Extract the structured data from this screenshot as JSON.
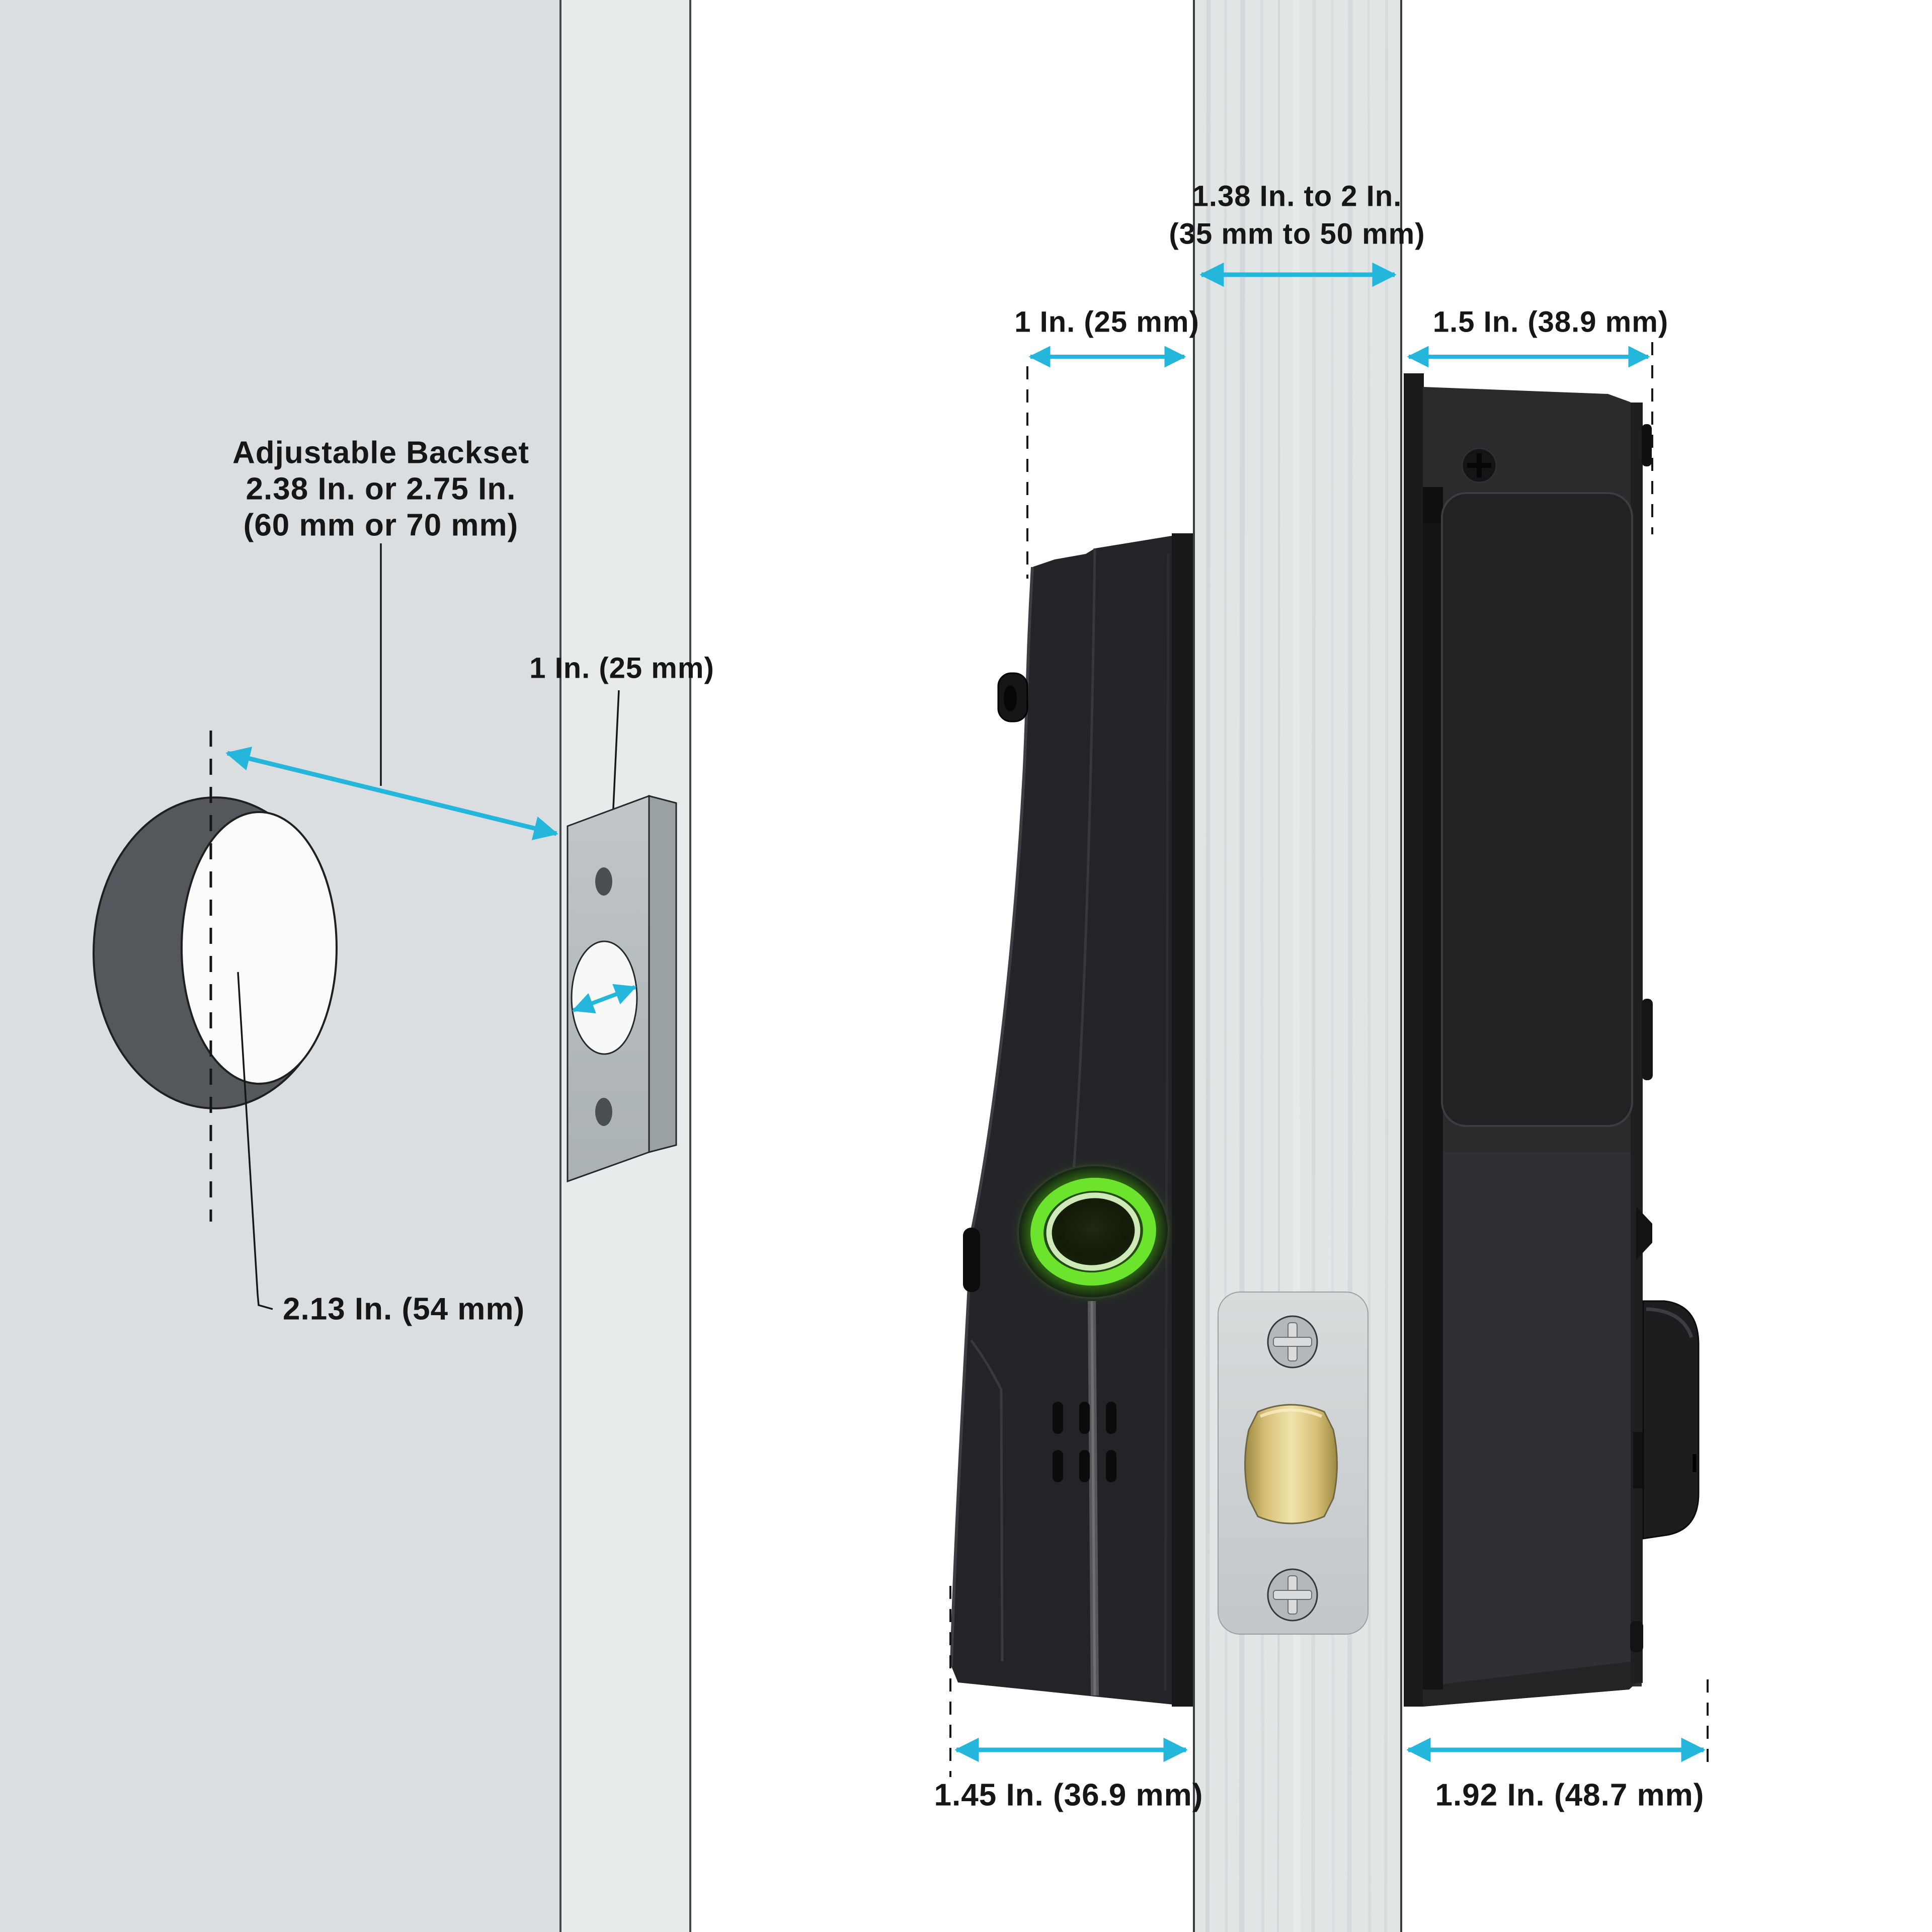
{
  "diagram": {
    "title": "Smart lock installation dimensions diagram",
    "labels": {
      "backset_line1": "Adjustable Backset",
      "backset_line2": "2.38 In. or 2.75 In.",
      "backset_line3": "(60 mm or 70 mm)",
      "cross_bore_diameter": "2.13 In. (54 mm)",
      "edge_bore_diameter": "1 In. (25 mm)",
      "door_thickness_line1": "1.38 In. to 2 In.",
      "door_thickness_line2": "(35 mm to 50 mm)",
      "exterior_clearance": "1 In. (25 mm)",
      "interior_clearance": "1.5 In. (38.9 mm)",
      "exterior_body_depth": "1.45 In. (36.9 mm)",
      "interior_body_depth": "1.92 In. (48.7 mm)"
    },
    "colors": {
      "dimension_arrow": "#25b6dc",
      "leader_line": "#161616",
      "door_face_gray": "#dadee1",
      "door_edge_gray": "#e8ebec",
      "bore_ring_gray": "#54585c",
      "strike_plate_gray": "#b6bcbf",
      "wood_plank": "#e1e5e6",
      "lock_body_black": "#242428",
      "fingerprint_ring_green": "#6ce32d",
      "latch_bolt_gold": "#e7d392"
    }
  }
}
